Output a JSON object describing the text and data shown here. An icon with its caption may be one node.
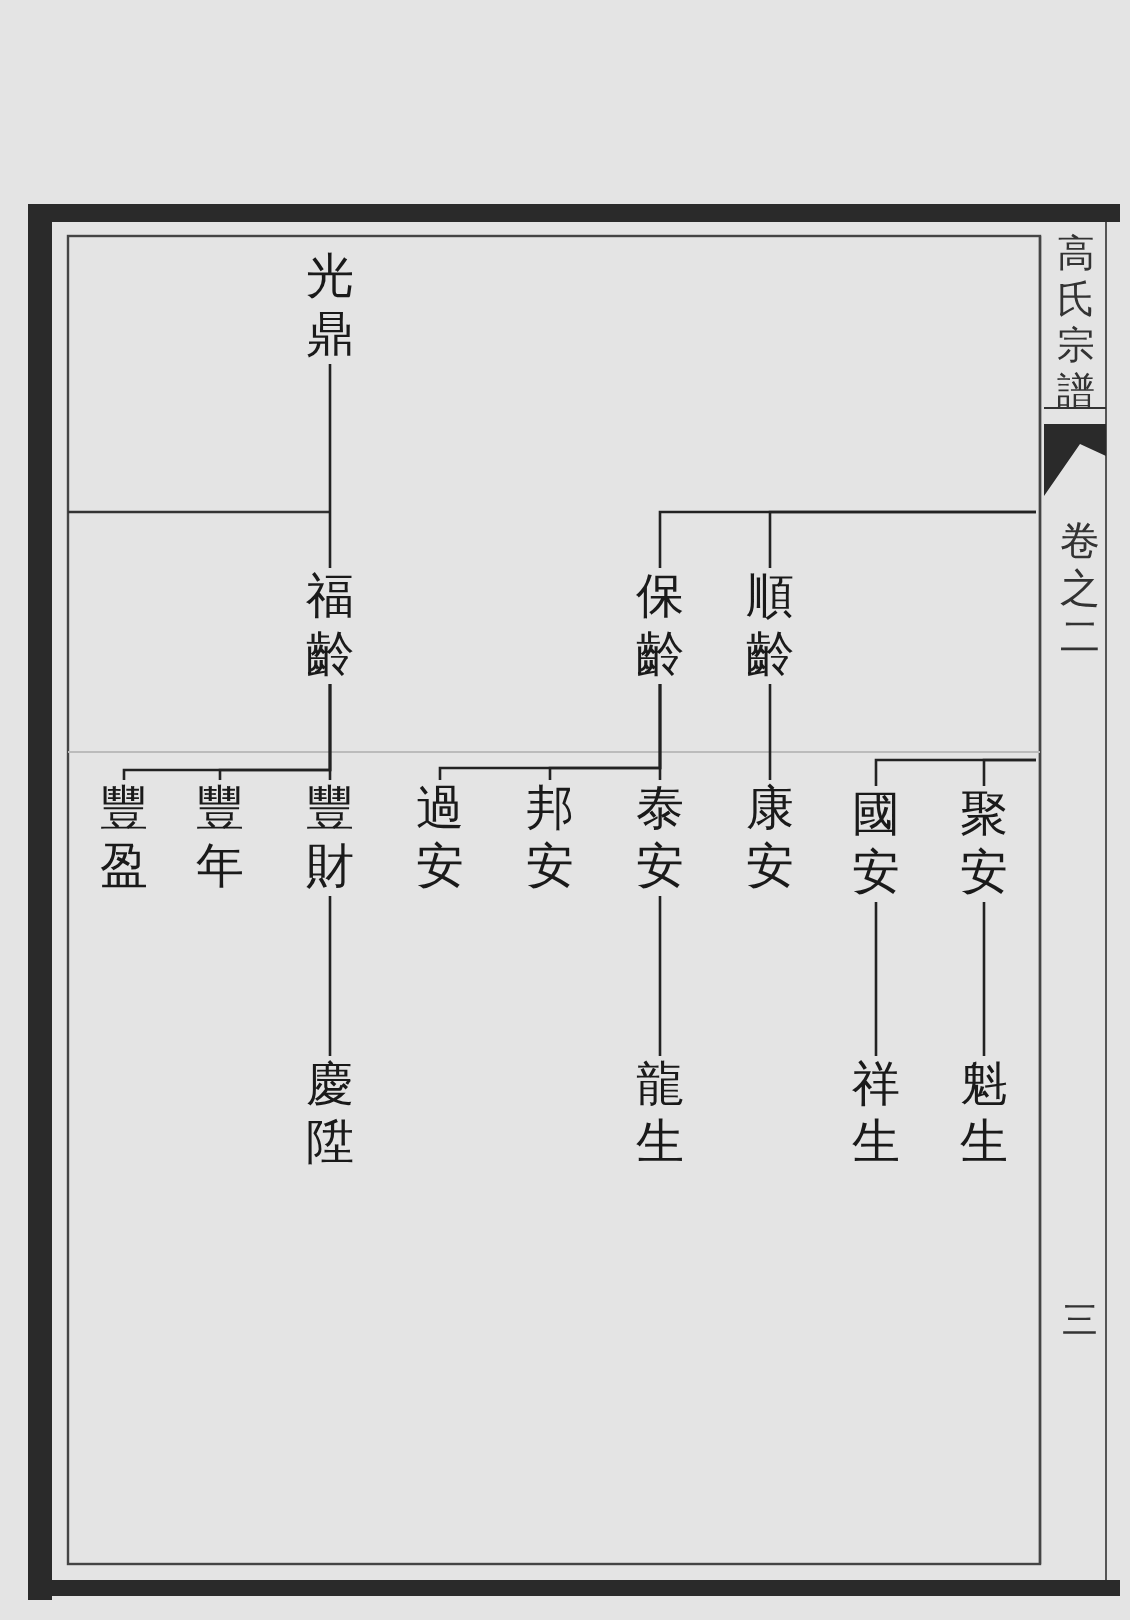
{
  "diagram": {
    "nodes": [
      {
        "text": [
          "光鼎"
        ]
      },
      {
        "text": [
          "順齡"
        ]
      },
      {
        "text": [
          "保齡"
        ]
      },
      {
        "text": [
          "福齡"
        ]
      },
      {
        "text": [
          "聚安"
        ]
      },
      {
        "text": [
          "國安"
        ]
      },
      {
        "text": [
          "康安"
        ]
      },
      {
        "text": [
          "泰安"
        ]
      },
      {
        "text": [
          "邦安"
        ]
      },
      {
        "text": [
          "過安"
        ]
      },
      {
        "text": [
          "豐財"
        ]
      },
      {
        "text": [
          "豐年"
        ]
      },
      {
        "text": [
          "豐盈"
        ]
      },
      {
        "text": [
          "魁生"
        ]
      },
      {
        "text": [
          "祥生"
        ]
      },
      {
        "text": [
          "龍生"
        ]
      },
      {
        "text": [
          "慶陞"
        ]
      }
    ],
    "edges": [
      {
        "from": 0,
        "to": 3,
        "arrow": "none"
      },
      {
        "from": null,
        "to": 1,
        "arrow": "none"
      },
      {
        "from": null,
        "to": 2,
        "arrow": "none"
      },
      {
        "from": 1,
        "to": 6,
        "arrow": "none"
      },
      {
        "from": 2,
        "to": 7,
        "arrow": "none"
      },
      {
        "from": 2,
        "to": 8,
        "arrow": "none"
      },
      {
        "from": 2,
        "to": 9,
        "arrow": "none"
      },
      {
        "from": 3,
        "to": 10,
        "arrow": "none"
      },
      {
        "from": 3,
        "to": 11,
        "arrow": "none"
      },
      {
        "from": 3,
        "to": 12,
        "arrow": "none"
      },
      {
        "from": null,
        "to": 4,
        "arrow": "none"
      },
      {
        "from": null,
        "to": 5,
        "arrow": "none"
      },
      {
        "from": 4,
        "to": 13,
        "arrow": "none"
      },
      {
        "from": 5,
        "to": 14,
        "arrow": "none"
      },
      {
        "from": 7,
        "to": 15,
        "arrow": "none"
      },
      {
        "from": 10,
        "to": 16,
        "arrow": "none"
      }
    ],
    "labels": [
      "高氏宗譜",
      "卷之二",
      "三"
    ]
  }
}
